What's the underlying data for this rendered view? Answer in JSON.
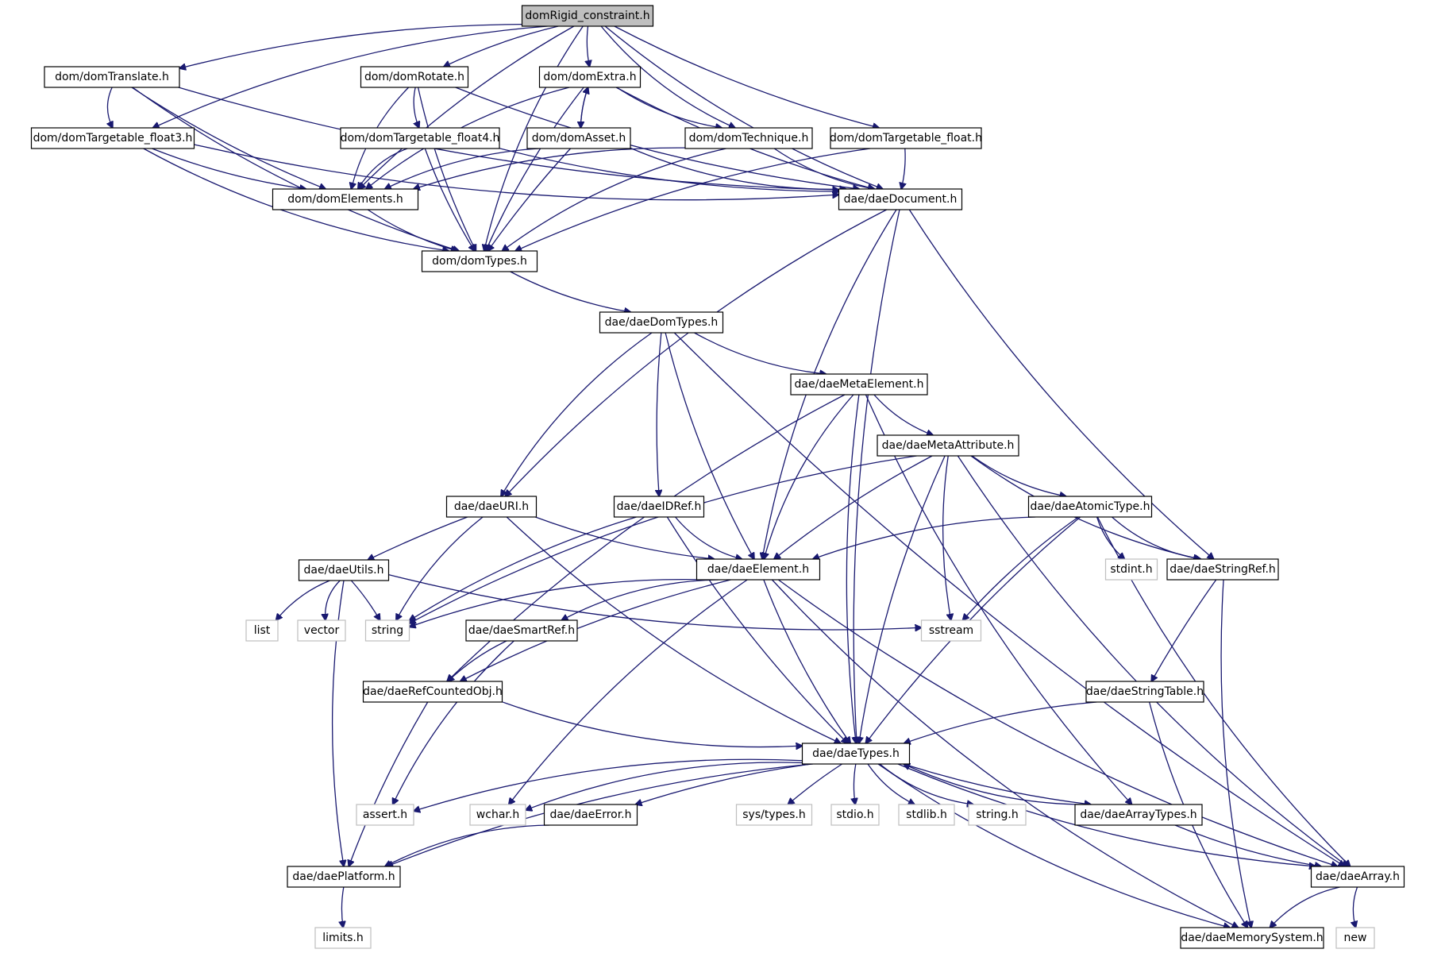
{
  "diagram": {
    "nodes": [
      {
        "id": "domRigid_constraint",
        "label": "domRigid_constraint.h",
        "kind": "root"
      },
      {
        "id": "domTranslate",
        "label": "dom/domTranslate.h",
        "kind": "local"
      },
      {
        "id": "domRotate",
        "label": "dom/domRotate.h",
        "kind": "local"
      },
      {
        "id": "domExtra",
        "label": "dom/domExtra.h",
        "kind": "local"
      },
      {
        "id": "domTargetable_float3",
        "label": "dom/domTargetable_float3.h",
        "kind": "local"
      },
      {
        "id": "domTargetable_float4",
        "label": "dom/domTargetable_float4.h",
        "kind": "local"
      },
      {
        "id": "domAsset",
        "label": "dom/domAsset.h",
        "kind": "local"
      },
      {
        "id": "domTechnique",
        "label": "dom/domTechnique.h",
        "kind": "local"
      },
      {
        "id": "domTargetable_float",
        "label": "dom/domTargetable_float.h",
        "kind": "local"
      },
      {
        "id": "domElements",
        "label": "dom/domElements.h",
        "kind": "local"
      },
      {
        "id": "daeDocument",
        "label": "dae/daeDocument.h",
        "kind": "local"
      },
      {
        "id": "domTypes",
        "label": "dom/domTypes.h",
        "kind": "local"
      },
      {
        "id": "daeDomTypes",
        "label": "dae/daeDomTypes.h",
        "kind": "local"
      },
      {
        "id": "daeMetaElement",
        "label": "dae/daeMetaElement.h",
        "kind": "local"
      },
      {
        "id": "daeMetaAttribute",
        "label": "dae/daeMetaAttribute.h",
        "kind": "local"
      },
      {
        "id": "daeURI",
        "label": "dae/daeURI.h",
        "kind": "local"
      },
      {
        "id": "daeIDRef",
        "label": "dae/daeIDRef.h",
        "kind": "local"
      },
      {
        "id": "daeAtomicType",
        "label": "dae/daeAtomicType.h",
        "kind": "local"
      },
      {
        "id": "daeUtils",
        "label": "dae/daeUtils.h",
        "kind": "local"
      },
      {
        "id": "daeElement",
        "label": "dae/daeElement.h",
        "kind": "local"
      },
      {
        "id": "stdint",
        "label": "stdint.h",
        "kind": "system"
      },
      {
        "id": "daeStringRef",
        "label": "dae/daeStringRef.h",
        "kind": "local"
      },
      {
        "id": "list",
        "label": "list",
        "kind": "system"
      },
      {
        "id": "vector",
        "label": "vector",
        "kind": "system"
      },
      {
        "id": "string",
        "label": "string",
        "kind": "system"
      },
      {
        "id": "sstream",
        "label": "sstream",
        "kind": "system"
      },
      {
        "id": "daeSmartRef",
        "label": "dae/daeSmartRef.h",
        "kind": "local"
      },
      {
        "id": "daeRefCountedObj",
        "label": "dae/daeRefCountedObj.h",
        "kind": "local"
      },
      {
        "id": "daeStringTable",
        "label": "dae/daeStringTable.h",
        "kind": "local"
      },
      {
        "id": "daeTypes",
        "label": "dae/daeTypes.h",
        "kind": "local"
      },
      {
        "id": "assert",
        "label": "assert.h",
        "kind": "system"
      },
      {
        "id": "wchar",
        "label": "wchar.h",
        "kind": "system"
      },
      {
        "id": "daeError",
        "label": "dae/daeError.h",
        "kind": "local"
      },
      {
        "id": "systypes",
        "label": "sys/types.h",
        "kind": "system"
      },
      {
        "id": "stdio",
        "label": "stdio.h",
        "kind": "system"
      },
      {
        "id": "stdlib",
        "label": "stdlib.h",
        "kind": "system"
      },
      {
        "id": "stringh",
        "label": "string.h",
        "kind": "system"
      },
      {
        "id": "daeArrayTypes",
        "label": "dae/daeArrayTypes.h",
        "kind": "local"
      },
      {
        "id": "daePlatform",
        "label": "dae/daePlatform.h",
        "kind": "local"
      },
      {
        "id": "daeArray",
        "label": "dae/daeArray.h",
        "kind": "local"
      },
      {
        "id": "limits",
        "label": "limits.h",
        "kind": "system"
      },
      {
        "id": "new",
        "label": "new",
        "kind": "system"
      },
      {
        "id": "daeMemorySystem",
        "label": "dae/daeMemorySystem.h",
        "kind": "local"
      }
    ],
    "edges": [
      [
        "domRigid_constraint",
        "domTranslate"
      ],
      [
        "domRigid_constraint",
        "domRotate"
      ],
      [
        "domRigid_constraint",
        "domExtra"
      ],
      [
        "domRigid_constraint",
        "domTargetable_float3"
      ],
      [
        "domRigid_constraint",
        "domTechnique"
      ],
      [
        "domRigid_constraint",
        "domTargetable_float"
      ],
      [
        "domRigid_constraint",
        "domElements"
      ],
      [
        "domRigid_constraint",
        "daeDocument"
      ],
      [
        "domRigid_constraint",
        "domTypes"
      ],
      [
        "domTranslate",
        "domTargetable_float3"
      ],
      [
        "domTranslate",
        "domElements"
      ],
      [
        "domTranslate",
        "daeDocument"
      ],
      [
        "domTranslate",
        "domTypes"
      ],
      [
        "domRotate",
        "domTargetable_float4"
      ],
      [
        "domRotate",
        "domElements"
      ],
      [
        "domRotate",
        "daeDocument"
      ],
      [
        "domRotate",
        "domTypes"
      ],
      [
        "domExtra",
        "domAsset"
      ],
      [
        "domExtra",
        "domTechnique"
      ],
      [
        "domExtra",
        "domElements"
      ],
      [
        "domExtra",
        "daeDocument"
      ],
      [
        "domExtra",
        "domTypes"
      ],
      [
        "domAsset",
        "domExtra"
      ],
      [
        "domAsset",
        "domElements"
      ],
      [
        "domAsset",
        "daeDocument"
      ],
      [
        "domAsset",
        "domTypes"
      ],
      [
        "domTargetable_float3",
        "domElements"
      ],
      [
        "domTargetable_float3",
        "daeDocument"
      ],
      [
        "domTargetable_float3",
        "domTypes"
      ],
      [
        "domTargetable_float4",
        "domElements"
      ],
      [
        "domTargetable_float4",
        "daeDocument"
      ],
      [
        "domTargetable_float4",
        "domTypes"
      ],
      [
        "domTechnique",
        "domElements"
      ],
      [
        "domTechnique",
        "daeDocument"
      ],
      [
        "domTechnique",
        "domTypes"
      ],
      [
        "domTargetable_float",
        "daeDocument"
      ],
      [
        "domTargetable_float",
        "domTypes"
      ],
      [
        "domElements",
        "domTypes"
      ],
      [
        "daeDocument",
        "daeURI"
      ],
      [
        "daeDocument",
        "daeElement"
      ],
      [
        "daeDocument",
        "daeTypes"
      ],
      [
        "daeDocument",
        "daeStringRef"
      ],
      [
        "domTypes",
        "daeDomTypes"
      ],
      [
        "daeDomTypes",
        "daeMetaElement"
      ],
      [
        "daeDomTypes",
        "daeURI"
      ],
      [
        "daeDomTypes",
        "daeIDRef"
      ],
      [
        "daeDomTypes",
        "daeElement"
      ],
      [
        "daeDomTypes",
        "daeArray"
      ],
      [
        "daeMetaElement",
        "daeMetaAttribute"
      ],
      [
        "daeMetaElement",
        "daeElement"
      ],
      [
        "daeMetaElement",
        "daeTypes"
      ],
      [
        "daeMetaElement",
        "daeRefCountedObj"
      ],
      [
        "daeMetaElement",
        "daeArrayTypes"
      ],
      [
        "daeMetaAttribute",
        "daeAtomicType"
      ],
      [
        "daeMetaAttribute",
        "daeStringRef"
      ],
      [
        "daeMetaAttribute",
        "daeElement"
      ],
      [
        "daeMetaAttribute",
        "daeTypes"
      ],
      [
        "daeMetaAttribute",
        "sstream"
      ],
      [
        "daeMetaAttribute",
        "string"
      ],
      [
        "daeMetaAttribute",
        "daeArray"
      ],
      [
        "daeURI",
        "daeUtils"
      ],
      [
        "daeURI",
        "daeElement"
      ],
      [
        "daeURI",
        "daeTypes"
      ],
      [
        "daeURI",
        "string"
      ],
      [
        "daeIDRef",
        "daeElement"
      ],
      [
        "daeIDRef",
        "daeTypes"
      ],
      [
        "daeIDRef",
        "string"
      ],
      [
        "daeAtomicType",
        "daeElement"
      ],
      [
        "daeAtomicType",
        "stdint"
      ],
      [
        "daeAtomicType",
        "daeStringRef"
      ],
      [
        "daeAtomicType",
        "daeTypes"
      ],
      [
        "daeAtomicType",
        "sstream"
      ],
      [
        "daeAtomicType",
        "daeArray"
      ],
      [
        "daeUtils",
        "list"
      ],
      [
        "daeUtils",
        "vector"
      ],
      [
        "daeUtils",
        "string"
      ],
      [
        "daeUtils",
        "sstream"
      ],
      [
        "daeUtils",
        "daePlatform"
      ],
      [
        "daeElement",
        "string"
      ],
      [
        "daeElement",
        "daeSmartRef"
      ],
      [
        "daeElement",
        "daeRefCountedObj"
      ],
      [
        "daeElement",
        "daeTypes"
      ],
      [
        "daeElement",
        "wchar"
      ],
      [
        "daeElement",
        "daeArray"
      ],
      [
        "daeElement",
        "daeMemorySystem"
      ],
      [
        "daeStringRef",
        "daeStringTable"
      ],
      [
        "daeStringRef",
        "daeMemorySystem"
      ],
      [
        "daeSmartRef",
        "daeRefCountedObj"
      ],
      [
        "daeSmartRef",
        "assert"
      ],
      [
        "daeRefCountedObj",
        "daeTypes"
      ],
      [
        "daeRefCountedObj",
        "daePlatform"
      ],
      [
        "daeStringTable",
        "daeTypes"
      ],
      [
        "daeStringTable",
        "daeMemorySystem"
      ],
      [
        "daeTypes",
        "assert"
      ],
      [
        "daeTypes",
        "wchar"
      ],
      [
        "daeTypes",
        "daeError"
      ],
      [
        "daeTypes",
        "systypes"
      ],
      [
        "daeTypes",
        "stdio"
      ],
      [
        "daeTypes",
        "stdlib"
      ],
      [
        "daeTypes",
        "stringh"
      ],
      [
        "daeTypes",
        "daeArrayTypes"
      ],
      [
        "daeTypes",
        "daePlatform"
      ],
      [
        "daeTypes",
        "daeArray"
      ],
      [
        "daeTypes",
        "daeMemorySystem"
      ],
      [
        "daeError",
        "daePlatform"
      ],
      [
        "daeArrayTypes",
        "daeTypes"
      ],
      [
        "daeArrayTypes",
        "daeArray"
      ],
      [
        "daePlatform",
        "limits"
      ],
      [
        "daeArray",
        "new"
      ],
      [
        "daeArray",
        "daeMemorySystem"
      ]
    ]
  }
}
